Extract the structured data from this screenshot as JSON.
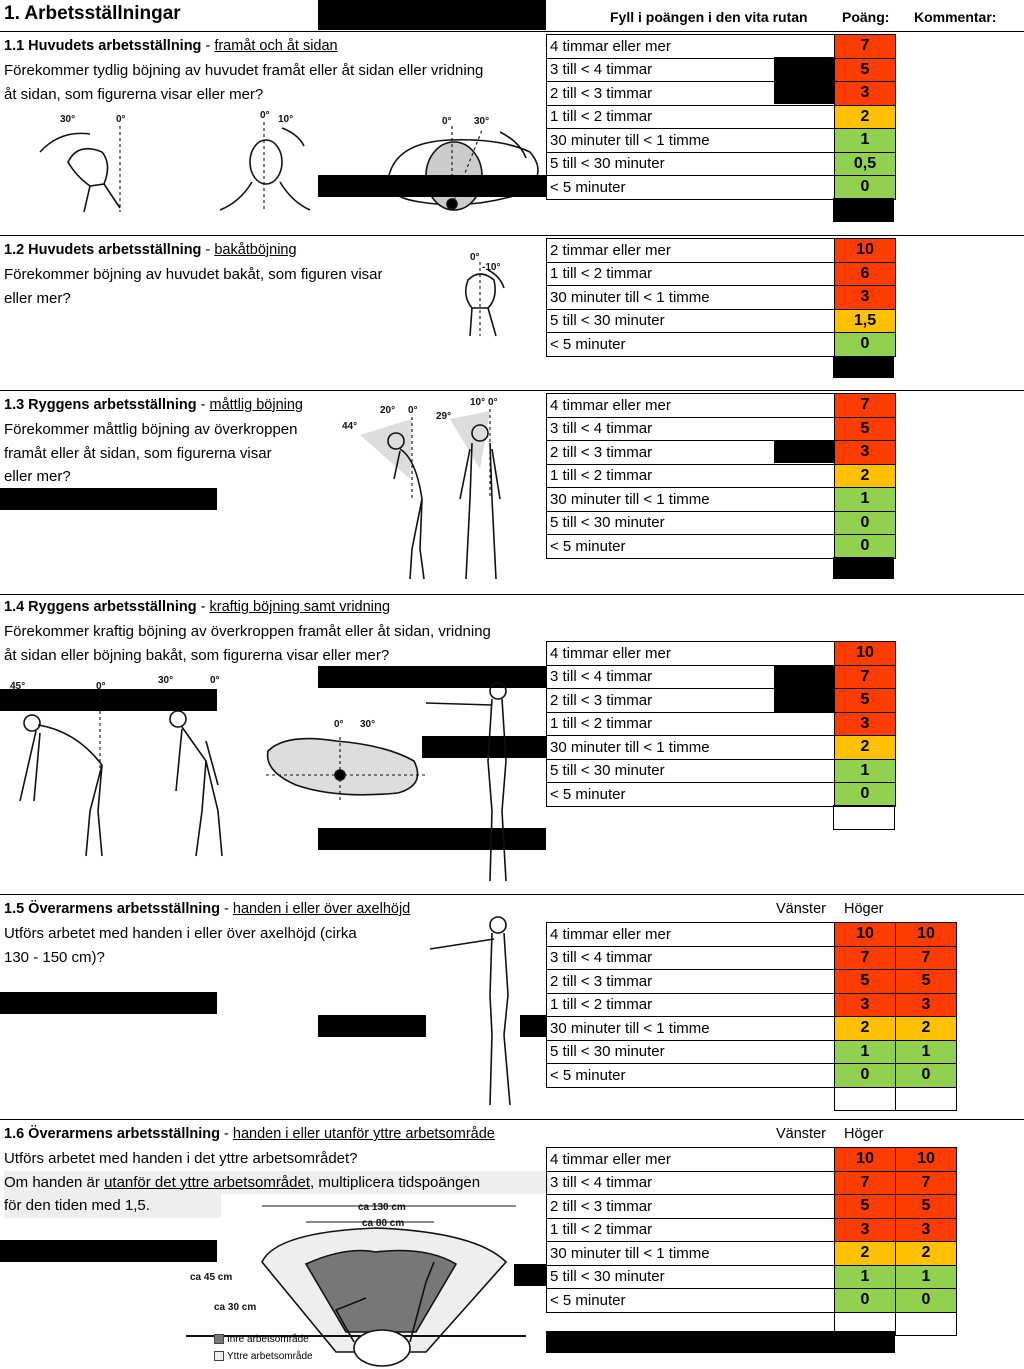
{
  "header": {
    "title": "1. Arbetsställningar",
    "fill_instruction": "Fyll i poängen i den vita rutan",
    "points": "Poäng:",
    "comment": "Kommentar:"
  },
  "columns": {
    "left": "Vänster",
    "right": "Höger"
  },
  "sections": [
    {
      "title_bold": "1.1 Huvudets arbetsställning",
      "title_sep": " - ",
      "title_underline": "framåt och åt sidan",
      "desc": [
        "Förekommer tydlig böjning av huvudet framåt eller åt sidan eller vridning",
        "åt sidan, som figurerna visar eller mer?"
      ],
      "rows": [
        {
          "label": "4 timmar eller mer",
          "value": "7",
          "color": "red"
        },
        {
          "label": "3 till < 4 timmar",
          "value": "5",
          "color": "red"
        },
        {
          "label": "2 till < 3 timmar",
          "value": "3",
          "color": "red"
        },
        {
          "label": "1 till < 2 timmar",
          "value": "2",
          "color": "yellow"
        },
        {
          "label": "30 minuter till < 1 timme",
          "value": "1",
          "color": "green"
        },
        {
          "label": "5 till < 30 minuter",
          "value": "0,5",
          "color": "green"
        },
        {
          "label": "< 5 minuter",
          "value": "0",
          "color": "green"
        }
      ],
      "angles": [
        "30°",
        "0°",
        "0°",
        "10°",
        "0°",
        "30°"
      ]
    },
    {
      "title_bold": "1.2 Huvudets arbetsställning",
      "title_sep": " - ",
      "title_underline": "bakåtböjning",
      "desc": [
        "Förekommer böjning av huvudet bakåt, som figuren visar",
        "eller mer?"
      ],
      "rows": [
        {
          "label": "2 timmar eller mer",
          "value": "10",
          "color": "red"
        },
        {
          "label": "1 till < 2 timmar",
          "value": "6",
          "color": "red"
        },
        {
          "label": "30 minuter till < 1 timme",
          "value": "3",
          "color": "red"
        },
        {
          "label": "5 till < 30 minuter",
          "value": "1,5",
          "color": "yellow"
        },
        {
          "label": "< 5 minuter",
          "value": "0",
          "color": "green"
        }
      ],
      "angles": [
        "0°",
        "-10°"
      ]
    },
    {
      "title_bold": "1.3 Ryggens arbetsställning",
      "title_sep": " - ",
      "title_underline": "måttlig böjning",
      "desc": [
        "Förekommer måttlig böjning av överkroppen",
        "framåt eller åt sidan, som figurerna visar",
        "eller mer?"
      ],
      "rows": [
        {
          "label": "4 timmar eller mer",
          "value": "7",
          "color": "red"
        },
        {
          "label": "3 till < 4 timmar",
          "value": "5",
          "color": "red"
        },
        {
          "label": "2 till < 3 timmar",
          "value": "3",
          "color": "red"
        },
        {
          "label": "1 till < 2 timmar",
          "value": "2",
          "color": "yellow"
        },
        {
          "label": "30 minuter till < 1 timme",
          "value": "1",
          "color": "green"
        },
        {
          "label": "5 till < 30 minuter",
          "value": "0",
          "color": "green"
        },
        {
          "label": "< 5 minuter",
          "value": "0",
          "color": "green"
        }
      ],
      "angles": [
        "20°",
        "0°",
        "44°",
        "10°",
        "0°",
        "29°"
      ]
    },
    {
      "title_bold": "1.4 Ryggens arbetsställning",
      "title_sep": " - ",
      "title_underline": "kraftig böjning samt vridning",
      "desc": [
        "Förekommer kraftig böjning av överkroppen framåt eller åt sidan, vridning",
        "åt sidan eller böjning bakåt, som figurerna visar eller mer?"
      ],
      "rows": [
        {
          "label": "4 timmar eller mer",
          "value": "10",
          "color": "red"
        },
        {
          "label": "3 till < 4 timmar",
          "value": "7",
          "color": "red"
        },
        {
          "label": "2 till < 3 timmar",
          "value": "5",
          "color": "red"
        },
        {
          "label": "1 till < 2 timmar",
          "value": "3",
          "color": "red"
        },
        {
          "label": "30 minuter till < 1 timme",
          "value": "2",
          "color": "yellow"
        },
        {
          "label": "5 till < 30 minuter",
          "value": "1",
          "color": "green"
        },
        {
          "label": "< 5 minuter",
          "value": "0",
          "color": "green"
        }
      ],
      "angles": [
        "45°",
        "0°",
        "30°",
        "0°",
        "0°",
        "30°"
      ]
    },
    {
      "title_bold": "1.5 Överarmens arbetsställning",
      "title_sep": " - ",
      "title_underline": "handen i eller över axelhöjd",
      "desc": [
        "Utförs arbetet med handen i eller över axelhöjd (cirka",
        "130 - 150 cm)?"
      ],
      "rows": [
        {
          "label": "4 timmar eller mer",
          "left": "10",
          "right": "10",
          "color": "red"
        },
        {
          "label": "3 till < 4 timmar",
          "left": "7",
          "right": "7",
          "color": "red"
        },
        {
          "label": "2 till < 3 timmar",
          "left": "5",
          "right": "5",
          "color": "red"
        },
        {
          "label": "1 till < 2 timmar",
          "left": "3",
          "right": "3",
          "color": "red"
        },
        {
          "label": "30 minuter till < 1 timme",
          "left": "2",
          "right": "2",
          "color": "yellow"
        },
        {
          "label": "5 till < 30 minuter",
          "left": "1",
          "right": "1",
          "color": "green"
        },
        {
          "label": "< 5 minuter",
          "left": "0",
          "right": "0",
          "color": "green"
        }
      ]
    },
    {
      "title_bold": "1.6 Överarmens arbetsställning",
      "title_sep": " - ",
      "title_underline": "handen i eller utanför yttre arbetsområde",
      "desc1": "Utförs arbetet med handen i det yttre arbetsområdet?",
      "desc2_pre": "Om handen är ",
      "desc2_u": "utanför det yttre arbetsområdet",
      "desc2_post": ", multiplicera tidspoängen",
      "desc3": "för den tiden med 1,5.",
      "rows": [
        {
          "label": "4 timmar eller mer",
          "left": "10",
          "right": "10",
          "color": "red"
        },
        {
          "label": "3 till < 4 timmar",
          "left": "7",
          "right": "7",
          "color": "red"
        },
        {
          "label": "2 till < 3 timmar",
          "left": "5",
          "right": "5",
          "color": "red"
        },
        {
          "label": "1 till < 2 timmar",
          "left": "3",
          "right": "3",
          "color": "red"
        },
        {
          "label": "30 minuter till < 1 timme",
          "left": "2",
          "right": "2",
          "color": "yellow"
        },
        {
          "label": "5 till < 30 minuter",
          "left": "1",
          "right": "1",
          "color": "green"
        },
        {
          "label": "< 5 minuter",
          "left": "0",
          "right": "0",
          "color": "green"
        }
      ],
      "dims": [
        "ca 130 cm",
        "ca 80 cm",
        "ca 45 cm",
        "ca 30 cm"
      ],
      "legend": [
        "Inre arbetsområde",
        "Yttre arbetsområde"
      ]
    }
  ],
  "colors": {
    "red": "#ff3c00",
    "yellow": "#ffc000",
    "green": "#92d050"
  }
}
